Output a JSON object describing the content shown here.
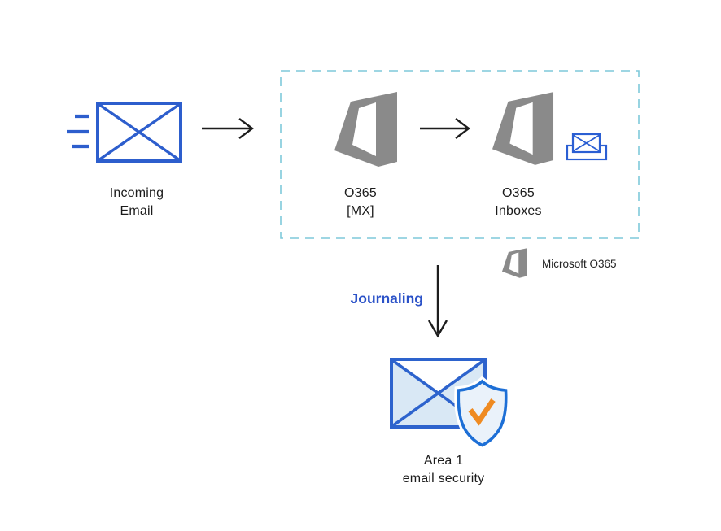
{
  "diagram": {
    "nodes": {
      "incoming_email": {
        "label": "Incoming\nEmail"
      },
      "o365_mx": {
        "label": "O365\n[MX]"
      },
      "o365_inboxes": {
        "label": "O365\nInboxes"
      },
      "area1": {
        "label": "Area 1\nemail security"
      }
    },
    "flows": {
      "journaling": {
        "label": "Journaling"
      }
    },
    "legend": {
      "microsoft_o365_label": "Microsoft O365"
    },
    "icons": [
      "incoming-email-envelope-icon",
      "office365-icon",
      "inbox-tray-icon",
      "email-security-shield-icon",
      "arrow-right-icon",
      "arrow-down-icon"
    ],
    "colors": {
      "envelope_blue": "#2d5ecd",
      "light_blue_fill": "#d9e8f5",
      "dashed_border": "#7fc9da",
      "logo_gray": "#8a8a8a",
      "arrow_black": "#1d1d1d",
      "journaling_blue": "#2b52c8",
      "shield_blue": "#1d6fd6",
      "check_orange": "#ef8b22",
      "label_text": "#1c1c1c"
    }
  }
}
